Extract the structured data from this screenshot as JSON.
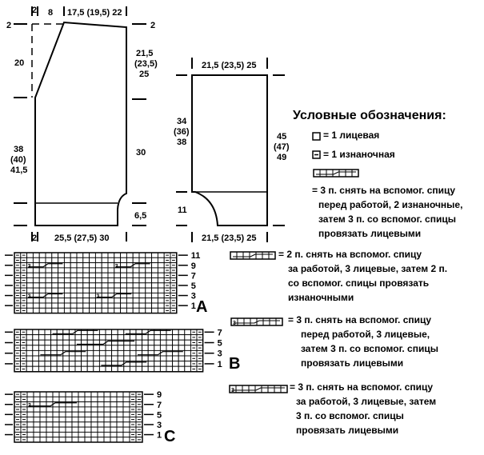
{
  "back": {
    "top_label": "2",
    "dim_8": "8",
    "dim_shoulder": "17,5 (19,5) 22",
    "left_2": "2",
    "right_2": "2",
    "dim_20": "20",
    "right_dim_1": "21,5",
    "right_dim_2": "(23,5)",
    "right_dim_3": "25",
    "left_dim_1": "38",
    "left_dim_2": "(40)",
    "left_dim_3": "41,5",
    "dim_30": "30",
    "dim_65": "6,5",
    "bottom_2": "2",
    "bottom_width": "25,5 (27,5) 30"
  },
  "sleeve": {
    "top_width": "21,5 (23,5) 25",
    "left_dim_1": "34",
    "left_dim_2": "(36)",
    "left_dim_3": "38",
    "right_dim_1": "45",
    "right_dim_2": "(47)",
    "right_dim_3": "49",
    "dim_11": "11",
    "bottom_width": "21,5 (23,5) 25"
  },
  "charts": {
    "a": {
      "letter": "A",
      "rows": [
        "11",
        "9",
        "7",
        "5",
        "3",
        "1"
      ],
      "cable_left": "3",
      "cable_right": "3"
    },
    "b": {
      "letter": "B",
      "rows": [
        "7",
        "5",
        "3",
        "1"
      ]
    },
    "c": {
      "letter": "C",
      "rows": [
        "9",
        "7",
        "5",
        "3",
        "1"
      ],
      "cable_label": "3"
    }
  },
  "legend": {
    "title": "Условные обозначения:",
    "knit": "= 1 лицевая",
    "purl": "= 1 изнаночная",
    "sym1": [
      "= 3 п. снять на вспомог. спицу",
      "перед работой, 2 изнаночные,",
      "затем 3 п. со вспомог. спицы",
      "провязать лицевыми"
    ],
    "sym2": [
      "= 2 п. снять на вспомог. спицу",
      "за работой, 3 лицевые, затем 2 п.",
      "со вспомог. спицы провязать",
      "изнаночными"
    ],
    "sym3": [
      "= 3 п. снять на вспомог. спицу",
      "перед работой, 3 лицевые,",
      "затем 3 п. со вспомог. спицы",
      "провязать лицевыми"
    ],
    "sym4": [
      "= 3 п. снять на вспомог. спицу",
      "за работой, 3 лицевые, затем",
      "3 п. со вспомог. спицы",
      "провязать лицевыми"
    ],
    "sym_label": "3"
  }
}
